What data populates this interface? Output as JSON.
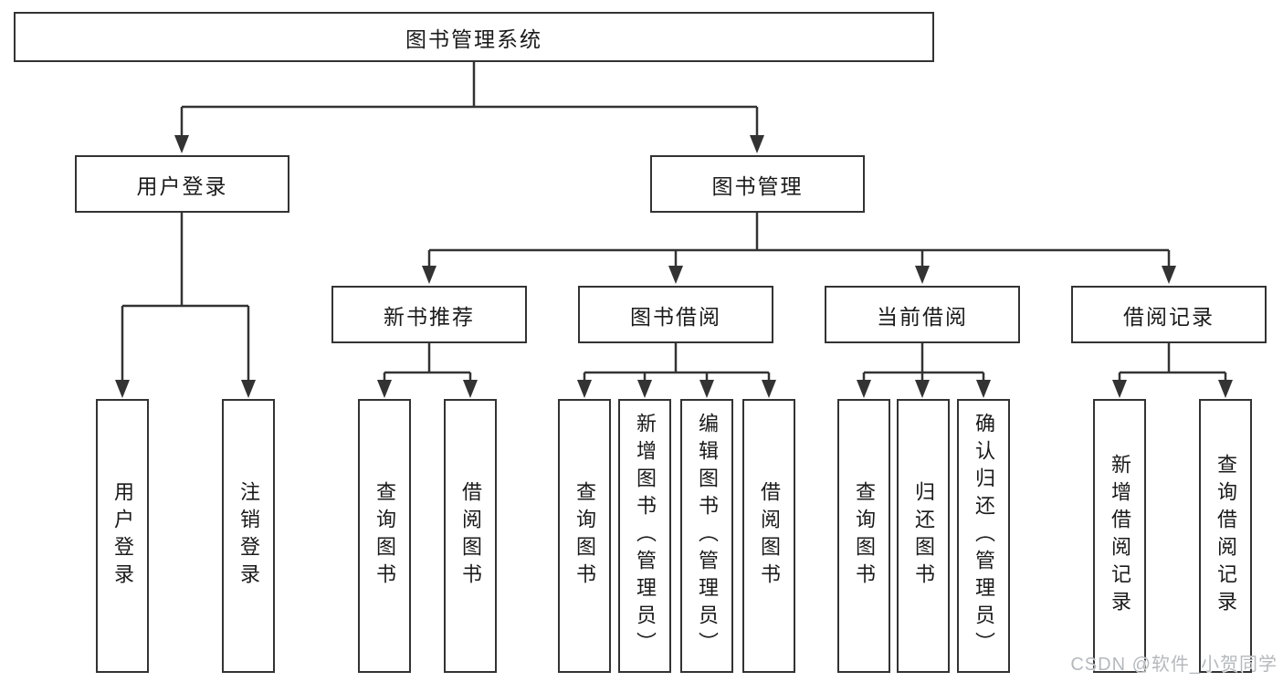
{
  "root": {
    "label": "图书管理系统"
  },
  "level2": [
    {
      "label": "用户登录"
    },
    {
      "label": "图书管理"
    }
  ],
  "level3": [
    {
      "label": "新书推荐"
    },
    {
      "label": "图书借阅"
    },
    {
      "label": "当前借阅"
    },
    {
      "label": "借阅记录"
    }
  ],
  "leaves": {
    "user": [
      {
        "label": "用户登录"
      },
      {
        "label": "注销登录"
      }
    ],
    "recommend": [
      {
        "label": "查询图书"
      },
      {
        "label": "借阅图书"
      }
    ],
    "borrow": [
      {
        "label": "查询图书"
      },
      {
        "label": "新增图书（管理员）"
      },
      {
        "label": "编辑图书（管理员）"
      },
      {
        "label": "借阅图书"
      }
    ],
    "current": [
      {
        "label": "查询图书"
      },
      {
        "label": "归还图书"
      },
      {
        "label": "确认归还（管理员）"
      }
    ],
    "records": [
      {
        "label": "新增借阅记录"
      },
      {
        "label": "查询借阅记录"
      }
    ]
  },
  "watermark": {
    "text": "CSDN @软件_小贺同学"
  },
  "colors": {
    "line": "#333333",
    "text": "#1a1a1a",
    "box_background": "#ffffff",
    "page_background": "#ffffff",
    "watermark": "#b5b9be"
  }
}
